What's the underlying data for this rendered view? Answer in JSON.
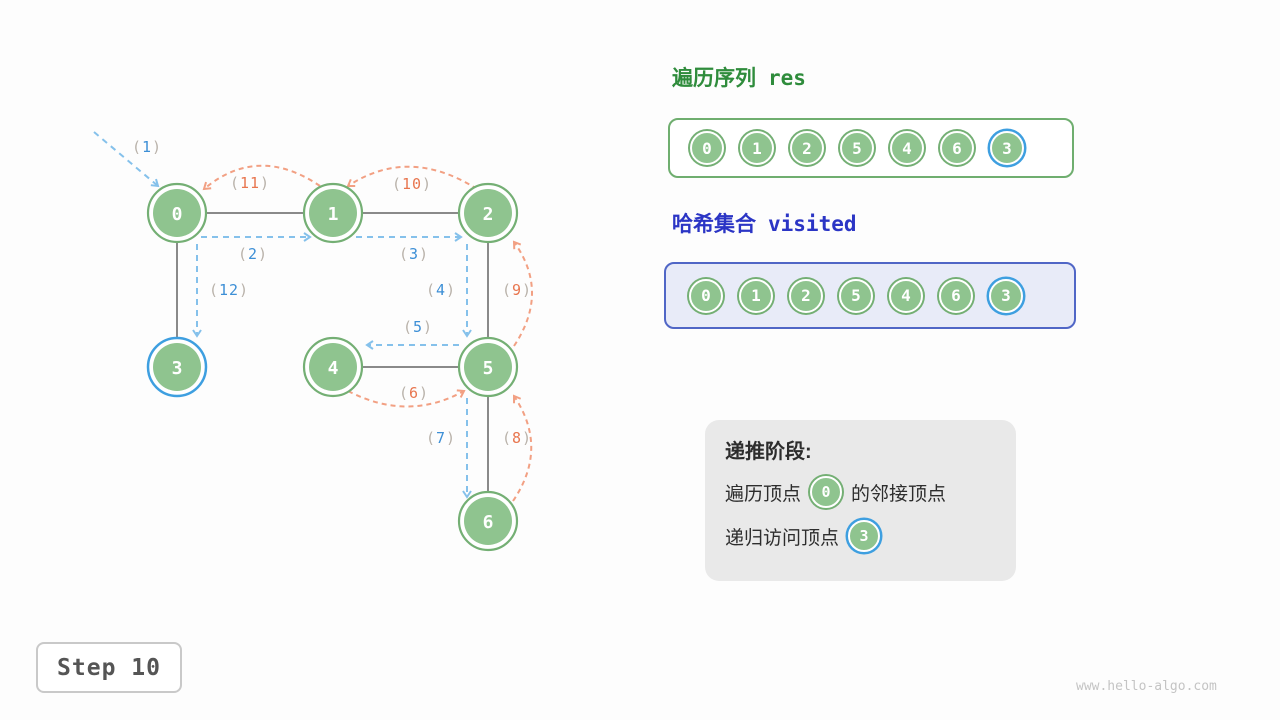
{
  "colors": {
    "node_fill": "#8fc48f",
    "node_ring": "#74af74",
    "highlight_ring": "#3e9fe0",
    "edge_gray": "#8a8a8a",
    "arrow_blue": "#85c1eb",
    "arc_orange": "#f2a083",
    "num_blue": "#3d8fd6",
    "num_orange": "#e8764f",
    "heading_green": "#2f8c3c",
    "heading_blue": "#2b35c5",
    "visited_box_bg": "#e8ebf8",
    "info_box_bg": "#e9e9e9"
  },
  "graph": {
    "node_labels": [
      "0",
      "1",
      "2",
      "3",
      "4",
      "5",
      "6"
    ],
    "highlighted_node": "3",
    "edges": [
      [
        "0",
        "1"
      ],
      [
        "1",
        "2"
      ],
      [
        "0",
        "3"
      ],
      [
        "2",
        "5"
      ],
      [
        "4",
        "5"
      ],
      [
        "5",
        "6"
      ]
    ],
    "steps": {
      "s1": {
        "open": "(",
        "num": "1",
        "close": ")",
        "kind": "forward",
        "to": "0"
      },
      "s2": {
        "open": "(",
        "num": "2",
        "close": ")",
        "kind": "forward",
        "from": "0",
        "to": "1"
      },
      "s3": {
        "open": "(",
        "num": "3",
        "close": ")",
        "kind": "forward",
        "from": "1",
        "to": "2"
      },
      "s4": {
        "open": "(",
        "num": "4",
        "close": ")",
        "kind": "forward",
        "from": "2",
        "to": "5"
      },
      "s5": {
        "open": "(",
        "num": "5",
        "close": ")",
        "kind": "forward",
        "from": "5",
        "to": "4"
      },
      "s6": {
        "open": "(",
        "num": "6",
        "close": ")",
        "kind": "backtrack",
        "from": "4",
        "to": "5"
      },
      "s7": {
        "open": "(",
        "num": "7",
        "close": ")",
        "kind": "forward",
        "from": "5",
        "to": "6"
      },
      "s8": {
        "open": "(",
        "num": "8",
        "close": ")",
        "kind": "backtrack",
        "from": "6",
        "to": "5"
      },
      "s9": {
        "open": "(",
        "num": "9",
        "close": ")",
        "kind": "backtrack",
        "from": "5",
        "to": "2"
      },
      "s10": {
        "open": "(",
        "num": "10",
        "close": ")",
        "kind": "backtrack",
        "from": "2",
        "to": "1"
      },
      "s11": {
        "open": "(",
        "num": "11",
        "close": ")",
        "kind": "backtrack",
        "from": "1",
        "to": "0"
      },
      "s12": {
        "open": "(",
        "num": "12",
        "close": ")",
        "kind": "forward",
        "from": "0",
        "to": "3"
      }
    }
  },
  "res_panel": {
    "title_cn": "遍历序列",
    "title_code": "res",
    "items": [
      "0",
      "1",
      "2",
      "5",
      "4",
      "6",
      "3"
    ]
  },
  "visited_panel": {
    "title_cn": "哈希集合",
    "title_code": "visited",
    "items": [
      "0",
      "1",
      "2",
      "5",
      "4",
      "6",
      "3"
    ]
  },
  "info_box": {
    "title": "递推阶段:",
    "line1_prefix": "遍历顶点",
    "line1_node": "0",
    "line1_suffix": "的邻接顶点",
    "line2_prefix": "递归访问顶点",
    "line2_node": "3"
  },
  "step_label": "Step 10",
  "watermark": "www.hello-algo.com"
}
